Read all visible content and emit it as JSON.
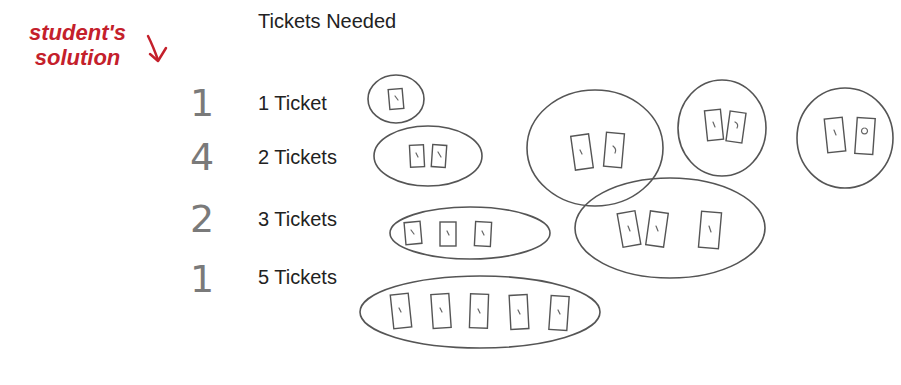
{
  "diagram": {
    "labels": [
      "student's solution",
      "Tickets Needed",
      "1",
      "1 Ticket",
      "4",
      "2 Tickets",
      "2",
      "3 Tickets",
      "1",
      "5 Tickets"
    ]
  }
}
